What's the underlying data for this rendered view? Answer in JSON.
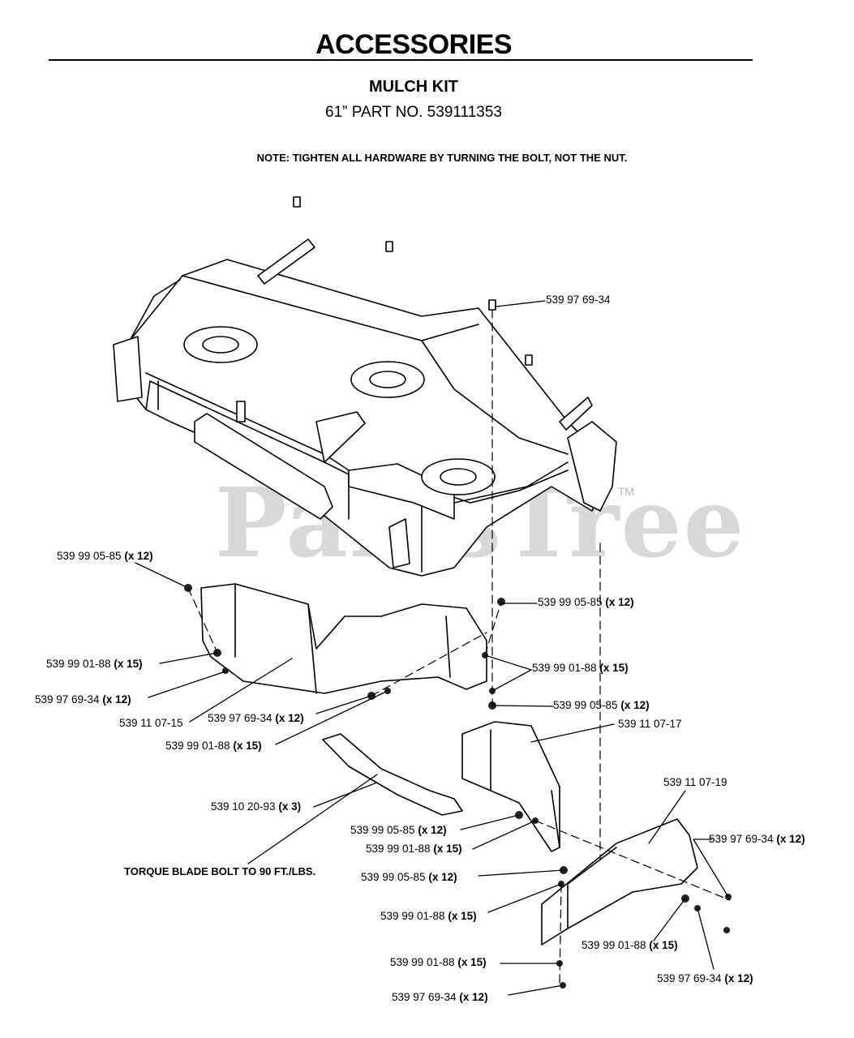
{
  "header": {
    "title": "ACCESSORIES",
    "subtitle": "MULCH KIT",
    "part_number": "61” PART NO. 539111353",
    "note": "NOTE: TIGHTEN ALL HARDWARE BY TURNING THE BOLT, NOT THE NUT."
  },
  "watermark": {
    "text": "PartsTree",
    "tm": "TM"
  },
  "callouts": {
    "c1": {
      "part": "539 97 69-34",
      "qty": ""
    },
    "c2": {
      "part": "539 99 05-85",
      "qty": "(x 12)"
    },
    "c3": {
      "part": "539 99 05-85",
      "qty": "(x 12)"
    },
    "c4": {
      "part": "539 99 01-88",
      "qty": "(x 15)"
    },
    "c5": {
      "part": "539 99 01-88",
      "qty": "(x 15)"
    },
    "c6": {
      "part": "539 97 69-34",
      "qty": "(x 12)"
    },
    "c7": {
      "part": "539 99 05-85",
      "qty": "(x 12)"
    },
    "c8": {
      "part": "539 11 07-15",
      "qty": ""
    },
    "c9": {
      "part": "539 97 69-34",
      "qty": "(x 12)"
    },
    "c10": {
      "part": "539 11 07-17",
      "qty": ""
    },
    "c11": {
      "part": "539 99 01-88",
      "qty": "(x 15)"
    },
    "c12": {
      "part": "539 11 07-19",
      "qty": ""
    },
    "c13": {
      "part": "539 10 20-93",
      "qty": "(x 3)"
    },
    "c14": {
      "part": "539 99 05-85",
      "qty": "(x 12)"
    },
    "c15": {
      "part": "539 97 69-34",
      "qty": "(x 12)"
    },
    "c16": {
      "part": "539 99 01-88",
      "qty": "(x 15)"
    },
    "c17": {
      "part": "539 99 05-85",
      "qty": "(x 12)"
    },
    "c18": {
      "part": "539 99 01-88",
      "qty": "(x 15)"
    },
    "c19": {
      "part": "539 99 01-88",
      "qty": "(x 15)"
    },
    "c20": {
      "part": "539 97 69-34",
      "qty": "(x 12)"
    },
    "c21": {
      "part": "539 99 01-88",
      "qty": "(x 15)"
    },
    "c22": {
      "part": "539 97 69-34",
      "qty": "(x 12)"
    }
  },
  "torque_note": "TORQUE BLADE BOLT TO 90 FT./LBS."
}
